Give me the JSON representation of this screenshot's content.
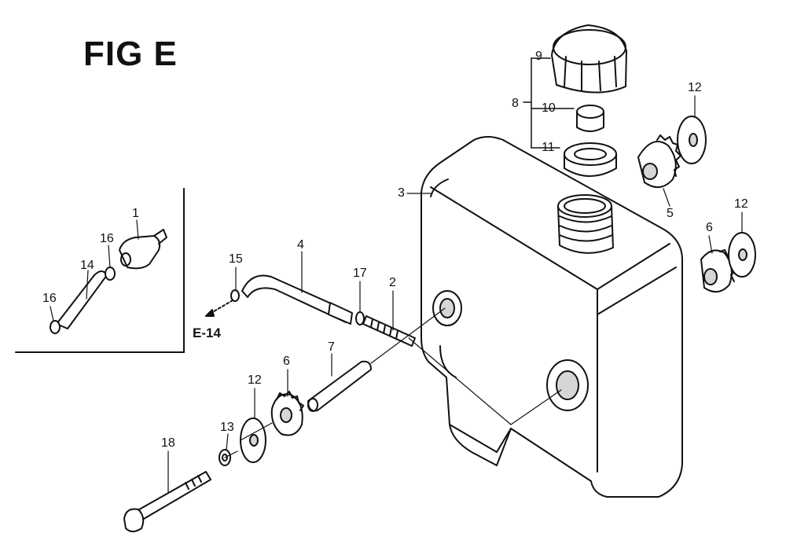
{
  "figure": {
    "title": "FIG E",
    "reference": "E-14"
  },
  "callouts": {
    "c1": "1",
    "c2": "2",
    "c3": "3",
    "c4": "4",
    "c5": "5",
    "c6a": "6",
    "c6b": "6",
    "c7": "7",
    "c8": "8",
    "c9": "9",
    "c10": "10",
    "c11": "11",
    "c12a": "12",
    "c12b": "12",
    "c12c": "12",
    "c13": "13",
    "c14": "14",
    "c15": "15",
    "c16a": "16",
    "c16b": "16",
    "c17": "17",
    "c18": "18"
  },
  "colors": {
    "line": "#111111",
    "fill": "#ffffff",
    "shade": "#d6d6d6"
  }
}
